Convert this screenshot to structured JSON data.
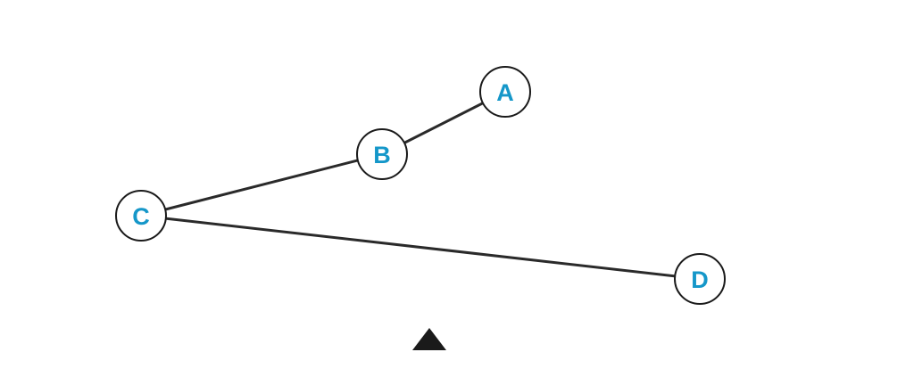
{
  "diagram": {
    "nodes": [
      {
        "id": "A",
        "label": "A"
      },
      {
        "id": "B",
        "label": "B"
      },
      {
        "id": "C",
        "label": "C"
      },
      {
        "id": "D",
        "label": "D"
      }
    ],
    "edges": [
      {
        "from": "A",
        "to": "B"
      },
      {
        "from": "B",
        "to": "C"
      },
      {
        "from": "C",
        "to": "D"
      }
    ],
    "label_color": "#1597c9",
    "marker": {
      "shape": "triangle-up-icon"
    }
  }
}
